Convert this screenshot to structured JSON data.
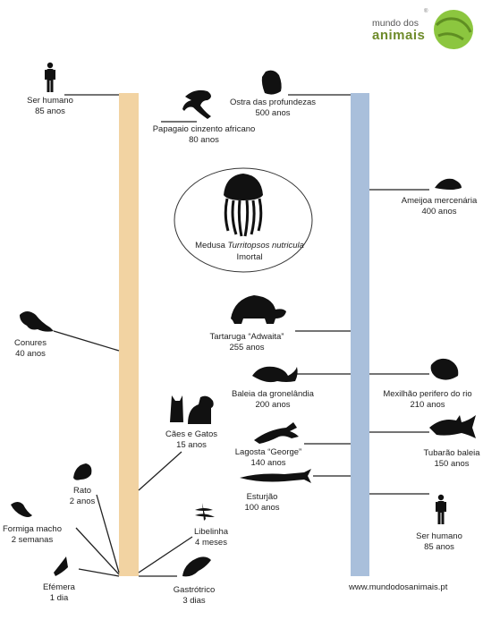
{
  "logo": {
    "line1": "mundo dos",
    "line2": "animais",
    "mark": "®",
    "icon": "green-brain-globe-icon"
  },
  "website": "www.mundodosanimais.pt",
  "colors": {
    "left_bar": "#f2d3a2",
    "right_bar": "#a9bfdb",
    "logo_green": "#8cc63f",
    "silhouette": "#111111"
  },
  "center": {
    "prefix": "Medusa ",
    "species": "Turritopsos nutricula",
    "lifespan": "Imortal",
    "icon": "jellyfish-icon"
  },
  "left_timeline": [
    {
      "id": "ser-humano-left",
      "name": "Ser humano",
      "lifespan": "85 anos",
      "icon": "human-icon"
    },
    {
      "id": "papagaio",
      "name": "Papagaio cinzento africano",
      "lifespan": "80 anos",
      "icon": "parrot-icon"
    },
    {
      "id": "conures",
      "name": "Conures",
      "lifespan": "40 anos",
      "icon": "conure-bird-icon"
    },
    {
      "id": "caes-gatos",
      "name": "Cães e Gatos",
      "lifespan": "15 anos",
      "icon": "cat-and-dog-icon"
    },
    {
      "id": "rato",
      "name": "Rato",
      "lifespan": "2 anos",
      "icon": "mouse-icon"
    },
    {
      "id": "libelinha",
      "name": "Libelinha",
      "lifespan": "4 meses",
      "icon": "dragonfly-icon"
    },
    {
      "id": "formiga",
      "name": "Formiga macho",
      "lifespan": "2 semanas",
      "icon": "ant-icon"
    },
    {
      "id": "efemera",
      "name": "Efémera",
      "lifespan": "1 dia",
      "icon": "mayfly-icon"
    },
    {
      "id": "gastrotrico",
      "name": "Gastrótrico",
      "lifespan": "3 dias",
      "icon": "gastrotrich-icon"
    }
  ],
  "right_timeline": [
    {
      "id": "ostra",
      "name": "Ostra das profundezas",
      "lifespan": "500 anos",
      "icon": "deep-sea-oyster-icon"
    },
    {
      "id": "ameijoa",
      "name": "Ameijoa mercenária",
      "lifespan": "400 anos",
      "icon": "clam-icon"
    },
    {
      "id": "tartaruga",
      "name": "Tartaruga “Adwaita”",
      "lifespan": "255 anos",
      "icon": "tortoise-icon"
    },
    {
      "id": "baleia",
      "name": "Baleia da gronelândia",
      "lifespan": "200 anos",
      "icon": "whale-icon"
    },
    {
      "id": "mexilhao",
      "name": "Mexilhão perifero do rio",
      "lifespan": "210 anos",
      "icon": "mussel-icon"
    },
    {
      "id": "lagosta",
      "name": "Lagosta “George”",
      "lifespan": "140 anos",
      "icon": "lobster-icon"
    },
    {
      "id": "tubarao",
      "name": "Tubarão baleia",
      "lifespan": "150 anos",
      "icon": "whale-shark-icon"
    },
    {
      "id": "esturjao",
      "name": "Esturjão",
      "lifespan": "100 anos",
      "icon": "sturgeon-icon"
    },
    {
      "id": "ser-humano-right",
      "name": "Ser humano",
      "lifespan": "85 anos",
      "icon": "human-icon"
    }
  ]
}
